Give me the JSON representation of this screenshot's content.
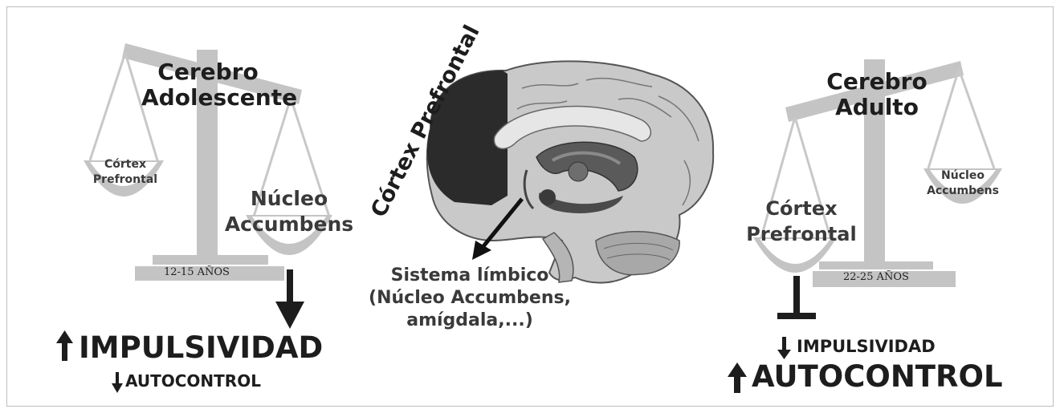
{
  "left": {
    "title_line1": "Cerebro",
    "title_line2": "Adolescente",
    "pan_left_line1": "Córtex",
    "pan_left_line2": "Prefrontal",
    "pan_right_line1": "Núcleo",
    "pan_right_line2": "Accumbens",
    "base_label": "12-15 AÑOS",
    "effect_main": "IMPULSIVIDAD",
    "effect_main_arrow": "up",
    "effect_secondary": "AUTOCONTROL",
    "effect_secondary_arrow": "down"
  },
  "center": {
    "cortex_label": "Córtex Prefrontal",
    "limbic_line1": "Sistema límbico",
    "limbic_line2": "(Núcleo Accumbens,",
    "limbic_line3": "amígdala,...)"
  },
  "right": {
    "title_line1": "Cerebro",
    "title_line2": "Adulto",
    "pan_left_line1": "Córtex",
    "pan_left_line2": "Prefrontal",
    "pan_right_line1": "Núcleo",
    "pan_right_line2": "Accumbens",
    "base_label": "22-25 AÑOS",
    "effect_main": "IMPULSIVIDAD",
    "effect_main_arrow": "down",
    "effect_secondary": "AUTOCONTROL",
    "effect_secondary_arrow": "up"
  },
  "colors": {
    "scale_grey": "#c4c4c4",
    "scale_dark": "#a9a9a9",
    "text_dark": "#1d1d1d",
    "cortex_dark": "#2b2b2b"
  }
}
